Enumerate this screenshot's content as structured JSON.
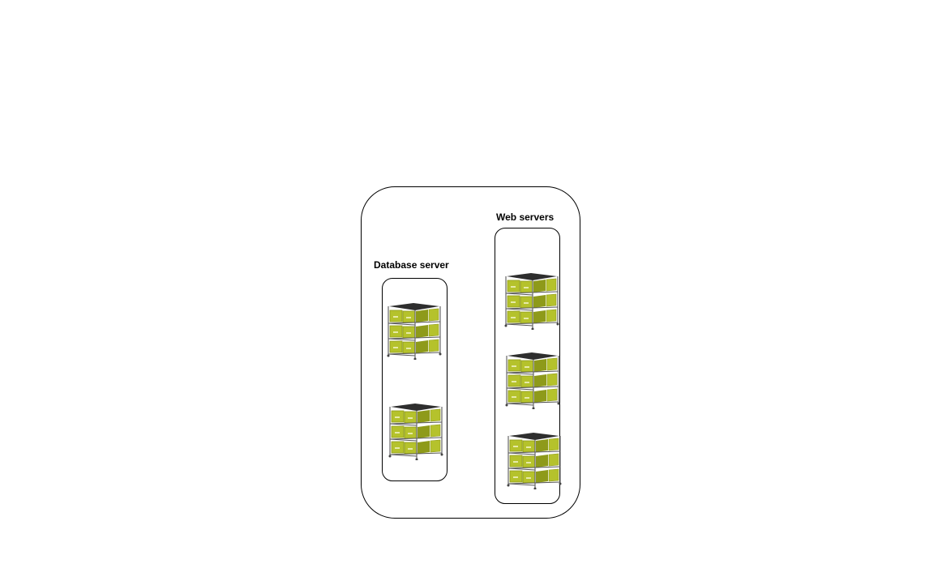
{
  "diagram": {
    "groups": {
      "database": {
        "label": "Database server",
        "server_count": 2,
        "icon": "server-rack-icon"
      },
      "web": {
        "label": "Web servers",
        "server_count": 3,
        "icon": "server-rack-icon"
      }
    },
    "colors": {
      "server_box": "#b5c22c",
      "server_box_dark": "#8e9a1a",
      "rack_top": "#2e2e2e",
      "frame": "#000000"
    }
  }
}
